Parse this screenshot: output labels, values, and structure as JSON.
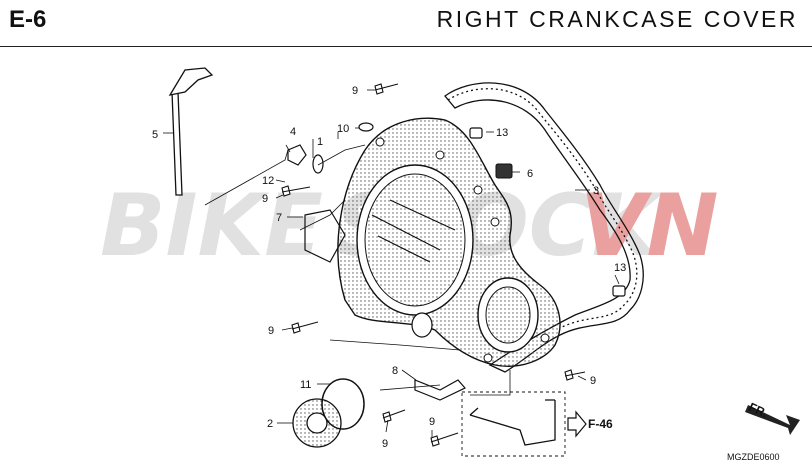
{
  "header": {
    "code": "E-6",
    "title": "RIGHT  CRANKCASE  COVER"
  },
  "watermark": {
    "text_left": "BIKE",
    "text_mid": "STOCK",
    "text_right": "VN",
    "color_grey": "#c9c9c9",
    "color_red": "#d9534f"
  },
  "callouts": {
    "c1": "1",
    "c2": "2",
    "c3": "3",
    "c4": "4",
    "c5": "5",
    "c6": "6",
    "c7": "7",
    "c8": "8",
    "c9": "9",
    "c10": "10",
    "c11": "11",
    "c12": "12",
    "c13": "13"
  },
  "reference": {
    "label": "F-46"
  },
  "direction": {
    "label": "FR."
  },
  "drawing_id": "MGZDE0600",
  "colors": {
    "line": "#111111",
    "dots": "#555555"
  }
}
